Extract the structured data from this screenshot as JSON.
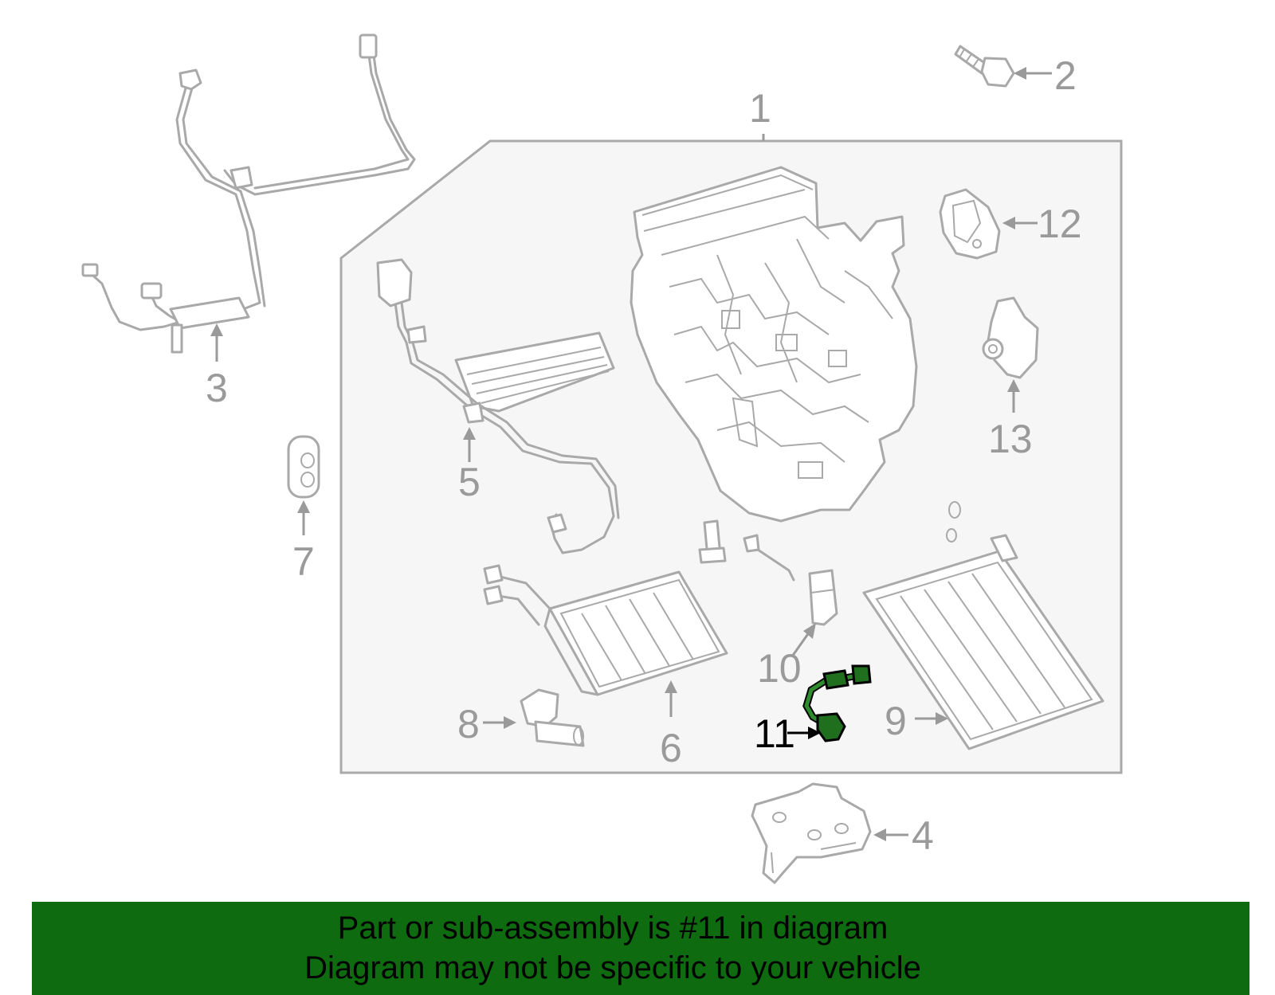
{
  "diagram": {
    "callouts": {
      "c1": "1",
      "c2": "2",
      "c3": "3",
      "c4": "4",
      "c5": "5",
      "c6": "6",
      "c7": "7",
      "c8": "8",
      "c9": "9",
      "c10": "10",
      "c11": "11",
      "c12": "12",
      "c13": "13"
    },
    "highlighted_part": "11",
    "colors": {
      "line_gray": "#a9a9a9",
      "box_fill": "#f6f6f6",
      "highlight_green": "#1f6f1f",
      "banner_green": "#0f6b0f"
    }
  },
  "banner": {
    "line1": "Part or sub-assembly is #11 in diagram",
    "line2": "Diagram may not be specific to your vehicle"
  }
}
